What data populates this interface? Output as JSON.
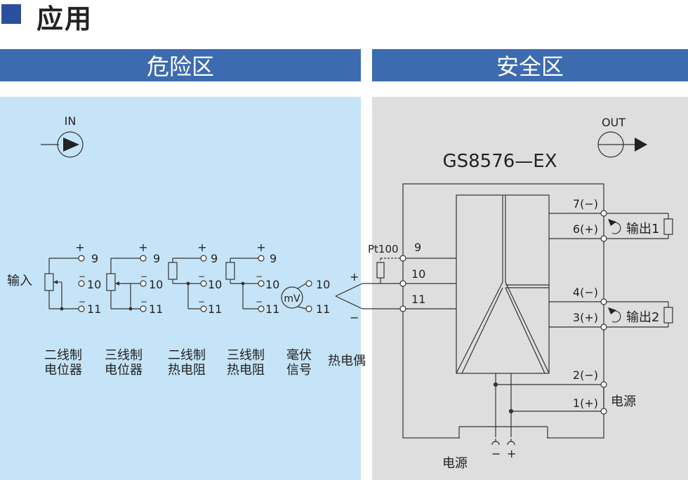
{
  "header": {
    "title": "应用"
  },
  "zones": {
    "hazard": "危险区",
    "safe": "安全区"
  },
  "signals": {
    "in": "IN",
    "out": "OUT"
  },
  "device": {
    "model": "GS8576—EX"
  },
  "input_label": "输入",
  "inputs": {
    "labels": [
      {
        "line1": "二线制",
        "line2": "电位器"
      },
      {
        "line1": "三线制",
        "line2": "电位器"
      },
      {
        "line1": "二线制",
        "line2": "热电阻"
      },
      {
        "line1": "三线制",
        "line2": "热电阻"
      },
      {
        "line1": "毫伏",
        "line2": "信号"
      }
    ],
    "thermocouple": "热电偶",
    "mv_symbol": "mV",
    "plus": "+",
    "minus": "−",
    "term_9": "9",
    "term_10": "10",
    "term_11": "11"
  },
  "terminals": {
    "pt100": "Pt100",
    "t9": "9",
    "t10": "10",
    "t11": "11",
    "plus": "+",
    "minus": "−",
    "out": [
      "7(−)",
      "6(+)",
      "4(−)",
      "3(+)",
      "2(−)",
      "1(+)"
    ]
  },
  "outputs": {
    "out1": "输出1",
    "out2": "输出2",
    "power": "电源"
  },
  "bottom": {
    "power": "电源",
    "minus": "−",
    "plus": "+"
  }
}
